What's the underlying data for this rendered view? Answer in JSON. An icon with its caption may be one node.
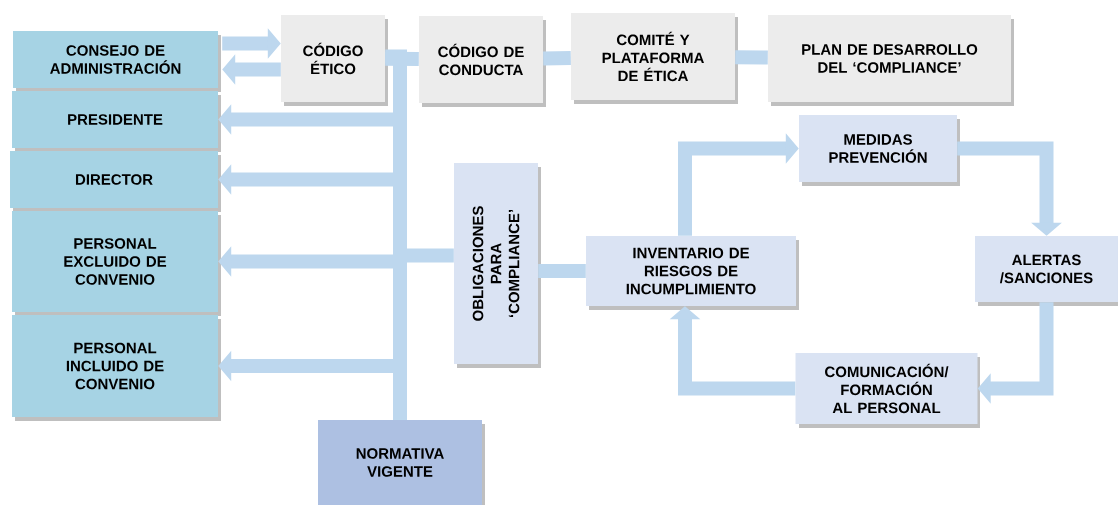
{
  "diagram": {
    "nodes": [
      {
        "text": [
          "CONSEJO DE ADMINISTRACIÓN"
        ]
      },
      {
        "text": [
          "PRESIDENTE"
        ]
      },
      {
        "text": [
          "DIRECTOR"
        ]
      },
      {
        "text": [
          "PERSONAL EXCLUIDO DE CONVENIO"
        ]
      },
      {
        "text": [
          "PERSONAL INCLUIDO DE CONVENIO"
        ]
      },
      {
        "text": [
          "CÓDIGO ÉTICO"
        ]
      },
      {
        "text": [
          "CÓDIGO DE CONDUCTA"
        ]
      },
      {
        "text": [
          "COMITÉ Y PLATAFORMA DE ÉTICA"
        ]
      },
      {
        "text": [
          "PLAN DE DESARROLLO DEL ‘COMPLIANCE’"
        ]
      },
      {
        "text": [
          "MEDIDAS PREVENCIÓN"
        ]
      },
      {
        "text": [
          "OBLIGACIONES PARA ‘COMPLIANCE’"
        ]
      },
      {
        "text": [
          "INVENTARIO DE RIESGOS DE INCUMPLIMIENTO"
        ]
      },
      {
        "text": [
          "ALERTAS /SANCIONES"
        ]
      },
      {
        "text": [
          "COMUNICACIÓN/ FORMACIÓN AL PERSONAL"
        ]
      },
      {
        "text": [
          "NORMATIVA VIGENTE"
        ]
      }
    ],
    "edges": [
      {
        "from": 0,
        "to": 5,
        "arrow": "to"
      },
      {
        "from": 5,
        "to": 0,
        "arrow": "to"
      },
      {
        "from": 5,
        "to": 6,
        "arrow": "none"
      },
      {
        "from": 6,
        "to": 7,
        "arrow": "none"
      },
      {
        "from": 7,
        "to": 8,
        "arrow": "none"
      },
      {
        "from": 14,
        "to": 5,
        "arrow": "none"
      },
      {
        "from": 14,
        "to": 1,
        "arrow": "to"
      },
      {
        "from": 14,
        "to": 2,
        "arrow": "to"
      },
      {
        "from": 14,
        "to": 3,
        "arrow": "to"
      },
      {
        "from": 14,
        "to": 4,
        "arrow": "to"
      },
      {
        "from": 14,
        "to": 10,
        "arrow": "none"
      },
      {
        "from": 10,
        "to": 11,
        "arrow": "none"
      },
      {
        "from": 11,
        "to": 9,
        "arrow": "to"
      },
      {
        "from": 9,
        "to": 12,
        "arrow": "to"
      },
      {
        "from": 12,
        "to": 13,
        "arrow": "to"
      },
      {
        "from": 13,
        "to": 11,
        "arrow": "to"
      }
    ]
  }
}
